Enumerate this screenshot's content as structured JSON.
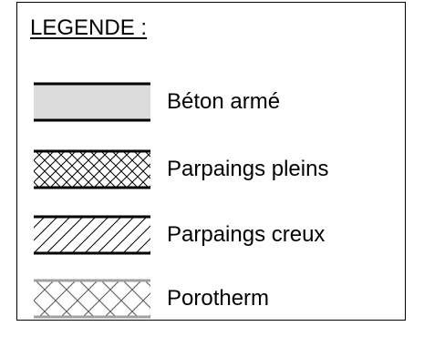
{
  "legend": {
    "title": "LEGENDE :",
    "items": [
      {
        "label": "Béton armé",
        "pattern": "solid-grey-fill",
        "fill_color": "#dcdcdc",
        "border_color": "#000000"
      },
      {
        "label": "Parpaings pleins",
        "pattern": "cross-hatch",
        "fill_color": "#ffffff",
        "border_color": "#000000"
      },
      {
        "label": "Parpaings creux",
        "pattern": "diagonal-hatch",
        "fill_color": "#ffffff",
        "border_color": "#000000"
      },
      {
        "label": "Porotherm",
        "pattern": "sparse-cross-hatch",
        "fill_color": "#ffffff",
        "border_color": "#a0a0a0"
      }
    ]
  }
}
